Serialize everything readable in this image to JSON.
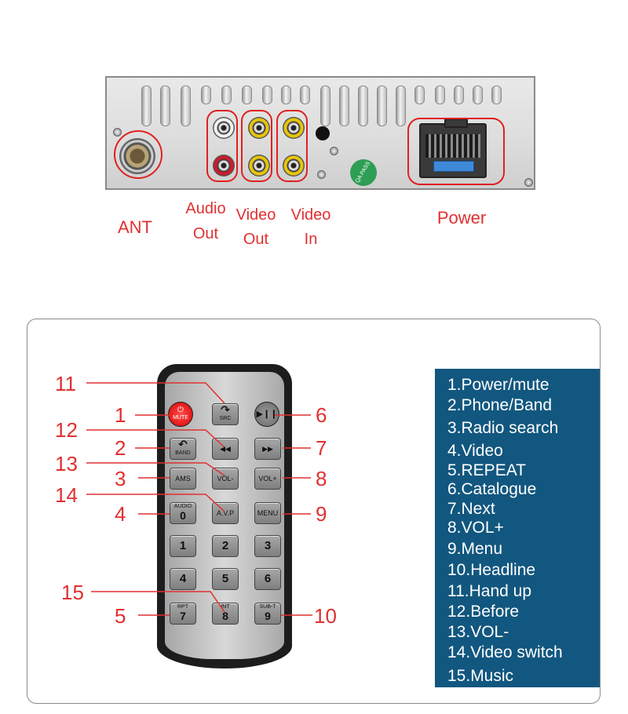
{
  "rear_labels": {
    "ant": "ANT",
    "audio_out_line1": "Audio",
    "audio_out_line2": "Out",
    "video_out_line1": "Video",
    "video_out_line2": "Out",
    "video_in_line1": "Video",
    "video_in_line2": "In",
    "power": "Power"
  },
  "panel_badge": "QA PASS",
  "remote_buttons": {
    "mute_line1": "⏻",
    "mute_line2": "MUTE",
    "src_line1": "↷",
    "src_line2": "SRC",
    "play": "▶❙❙",
    "band_line1": "↶",
    "band_line2": "BAND",
    "prev": "◀◀",
    "next": "▶▶",
    "ams": "AMS",
    "vol_minus": "VOL-",
    "vol_plus": "VOL+",
    "audio_top": "AUDIO",
    "audio_num": "0",
    "avp": "A.V.P",
    "menu": "MENU",
    "n1": "1",
    "n2": "2",
    "n3": "3",
    "n4": "4",
    "n5": "5",
    "n6": "6",
    "rpt_top": "RPT",
    "rpt_num": "7",
    "int_top": "INT",
    "int_num": "8",
    "subt_top": "SUB-T",
    "subt_num": "9"
  },
  "callout_numbers": {
    "n1": "1",
    "n2": "2",
    "n3": "3",
    "n4": "4",
    "n5": "5",
    "n6": "6",
    "n7": "7",
    "n8": "8",
    "n9": "9",
    "n10": "10",
    "n11": "11",
    "n12": "12",
    "n13": "13",
    "n14": "14",
    "n15": "15"
  },
  "legend": [
    "1.Power/mute",
    "2.Phone/Band",
    "3.Radio search",
    "4.Video",
    "5.REPEAT",
    "6.Catalogue",
    "7.Next",
    "8.VOL+",
    "9.Menu",
    "10.Headline",
    "11.Hand up",
    "12.Before",
    "13.VOL-",
    "14.Video switch",
    "15.Music"
  ],
  "colors": {
    "callout_red": "#e03030",
    "legend_bg": "#12577f",
    "mute_red": "#d80000",
    "rca_white": "#f2f2f2",
    "rca_red": "#d01a2a",
    "rca_yellow": "#e8c60a"
  }
}
